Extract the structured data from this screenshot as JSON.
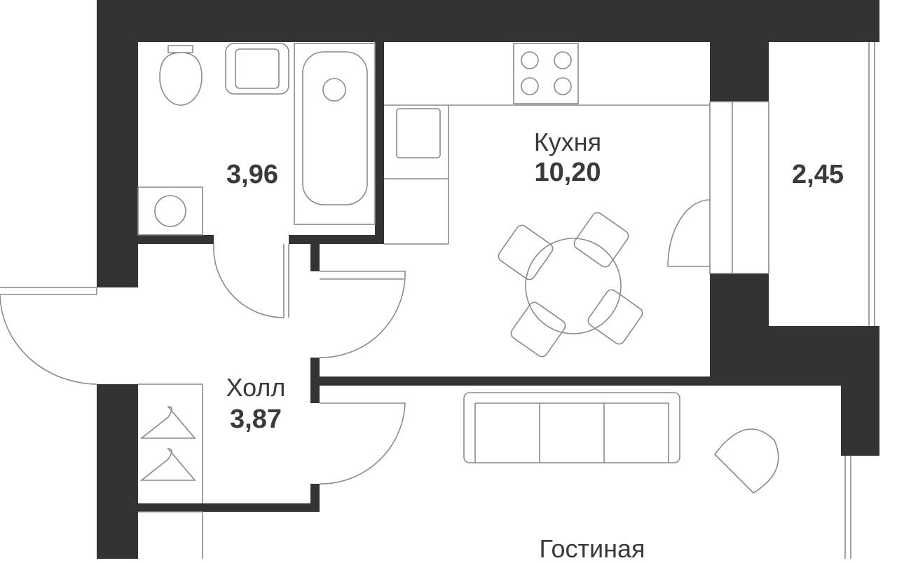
{
  "rooms": [
    {
      "name": "",
      "area": "3,96"
    },
    {
      "name": "Кухня",
      "area": "10,20"
    },
    {
      "name": "",
      "area": "2,45"
    },
    {
      "name": "Холл",
      "area": "3,87"
    },
    {
      "name": "Гостиная",
      "area": ""
    }
  ],
  "colors": {
    "wall": "#333333",
    "fixture": "#8a8a8a"
  }
}
